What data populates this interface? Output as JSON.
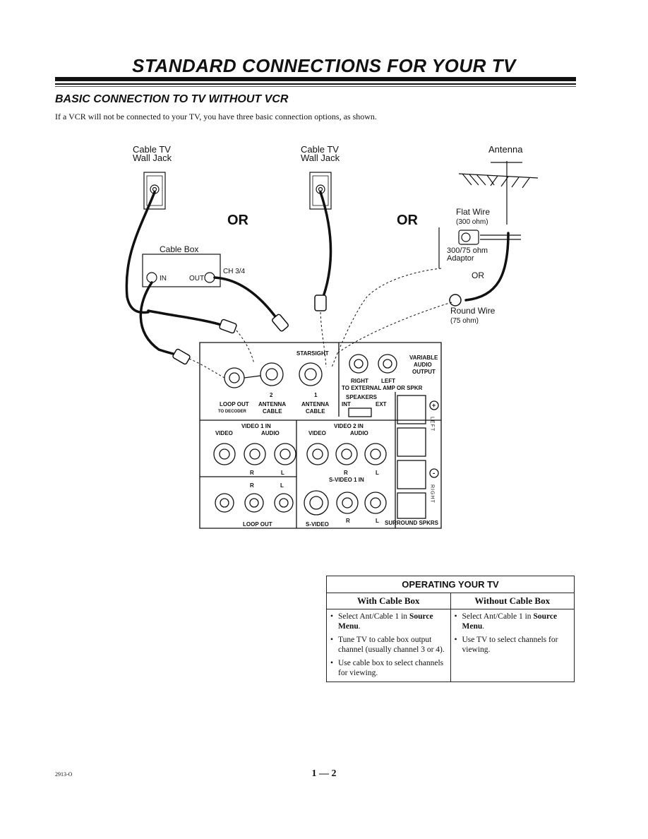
{
  "page": {
    "title": "STANDARD CONNECTIONS FOR YOUR TV",
    "section_heading": "BASIC CONNECTION TO TV WITHOUT VCR",
    "intro": "If a VCR will not be connected to your TV, you have three basic connection options, as shown.",
    "page_number": "1 — 2",
    "doc_code": "2913-O"
  },
  "diagram": {
    "jack1": [
      "Cable TV",
      "Wall Jack"
    ],
    "jack2": [
      "Cable TV",
      "Wall Jack"
    ],
    "antenna": "Antenna",
    "or1": "OR",
    "or2": "OR",
    "or3": "OR",
    "cable_box": "Cable Box",
    "in": "IN",
    "out": "OUT",
    "ch": "CH 3/4",
    "flat_wire": "Flat Wire",
    "flat_wire_ohm": "(300 ohm)",
    "adaptor": [
      "300/75 ohm",
      "Adaptor"
    ],
    "round_wire": "Round Wire",
    "round_wire_ohm": "(75 ohm)",
    "starsight": "STARSIGHT",
    "variable_audio_output": [
      "VARIABLE",
      "AUDIO",
      "OUTPUT"
    ],
    "right": "RIGHT",
    "left": "LEFT",
    "to_external": "TO EXTERNAL AMP OR SPKR",
    "speakers": "SPEAKERS",
    "int": "INT",
    "ext": "EXT",
    "num2": "2",
    "num1": "1",
    "loop_out": "LOOP OUT",
    "to_decoder": "TO DECODER",
    "antenna_label": "ANTENNA",
    "cable": "CABLE",
    "video1_in": "VIDEO 1 IN",
    "video2_in": "VIDEO 2 IN",
    "video": "VIDEO",
    "audio": "AUDIO",
    "r": "R",
    "l": "L",
    "svideo1_in": "S-VIDEO 1 IN",
    "loop_out_bottom": "LOOP OUT",
    "s_video": "S-VIDEO",
    "surround": "SURROUND SPKRS",
    "left_vertical": "LEFT",
    "right_vertical": "RIGHT",
    "plus": "+",
    "minus": "-"
  },
  "operating": {
    "heading": "OPERATING YOUR TV",
    "col1_head": "With Cable Box",
    "col2_head": "Without Cable Box",
    "col1_items": [
      {
        "pre": "Select Ant/Cable 1 in ",
        "bold": "Source Menu",
        "post": "."
      },
      {
        "pre": "Tune TV to cable box output channel (usually channel 3 or 4).",
        "bold": "",
        "post": ""
      },
      {
        "pre": "Use cable box to select channels for viewing.",
        "bold": "",
        "post": ""
      }
    ],
    "col2_items": [
      {
        "pre": "Select Ant/Cable 1 in ",
        "bold": "Source Menu",
        "post": "."
      },
      {
        "pre": "Use TV to select channels for viewing.",
        "bold": "",
        "post": ""
      }
    ]
  }
}
